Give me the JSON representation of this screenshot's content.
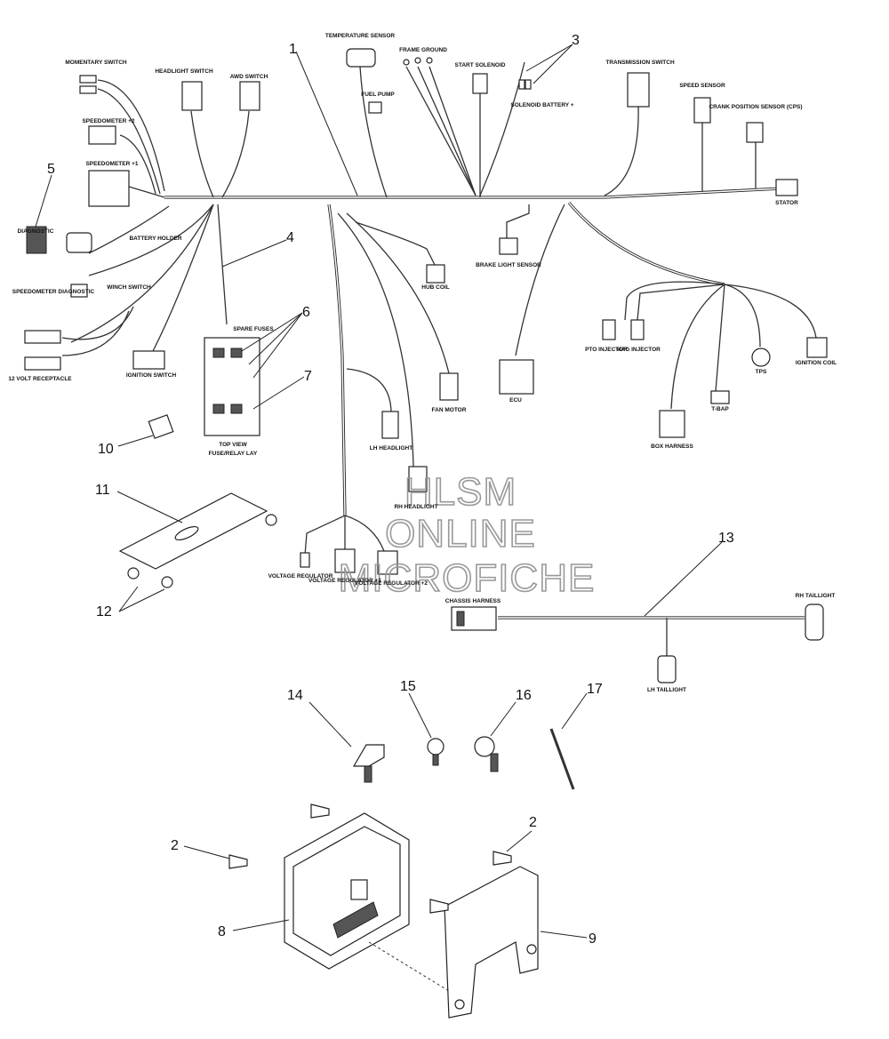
{
  "watermark": {
    "line1": "HLSM",
    "line2": "ONLINE",
    "line3": "MICROFICHE"
  },
  "components": {
    "temperature_sensor": "TEMPERATURE SENSOR",
    "momentary_switch": "MOMENTARY SWITCH",
    "headlight_switch": "HEADLIGHT SWITCH",
    "awd_switch": "AWD SWITCH",
    "fuel_pump": "FUEL PUMP",
    "frame_ground": "FRAME GROUND",
    "start_solenoid": "START SOLENOID",
    "solenoid_battery": "SOLENOID BATTERY +",
    "transmission_switch": "TRANSMISSION SWITCH",
    "speed_sensor": "SPEED SENSOR",
    "crank_position_sensor": "CRANK POSITION SENSOR (CPS)",
    "speedometer_2": "SPEEDOMETER +2",
    "speedometer_1": "SPEEDOMETER +1",
    "stator": "STATOR",
    "diagnostic": "DIAGNOSTIC",
    "battery_holder": "BATTERY HOLDER",
    "speedometer_diagnostic": "SPEEDOMETER DIAGNOSTIC",
    "winch_switch": "WINCH SWITCH",
    "hub_coil": "HUB COIL",
    "brake_light_sensor": "BRAKE LIGHT SENSOR",
    "receptacle_12v": "12 VOLT RECEPTACLE",
    "ignition_switch": "IGNITION SWITCH",
    "spare_fuses": "SPARE FUSES",
    "fuse_box_view": "TOP VIEW",
    "fuse_box_layout": "FUSE/RELAY LAY",
    "pto_injector": "PTO INJECTOR",
    "mag_injector": "MAG INJECTOR",
    "tps": "TPS",
    "ignition_coil": "IGNITION COIL",
    "fan_motor": "FAN MOTOR",
    "ecu": "ECU",
    "lh_headlight": "LH HEADLIGHT",
    "t_bap": "T-BAP",
    "box_harness": "BOX HARNESS",
    "rh_headlight": "RH HEADLIGHT",
    "voltage_regulator": "VOLTAGE REGULATOR",
    "voltage_regulator_1": "VOLTAGE REGULATOR +1",
    "voltage_regulator_2": "VOLTAGE REGULATOR +2",
    "chassis_harness": "CHASSIS HARNESS",
    "rh_taillight": "RH TAILLIGHT",
    "lh_taillight": "LH TAILLIGHT"
  },
  "callouts": [
    "1",
    "2",
    "2",
    "3",
    "4",
    "5",
    "6",
    "7",
    "8",
    "9",
    "10",
    "11",
    "12",
    "13",
    "14",
    "15",
    "16",
    "17"
  ]
}
